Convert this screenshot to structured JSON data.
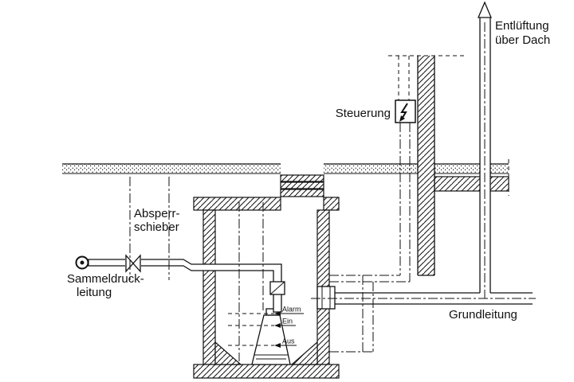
{
  "diagram": {
    "labels": {
      "vent_line1": "Entlüftung",
      "vent_line2": "über Dach",
      "control": "Steuerung",
      "shutoff_line1": "Absperr-",
      "shutoff_line2": "schieber",
      "pressure_line1": "Sammeldruck-",
      "pressure_line2": "leitung",
      "base_pipe": "Grundleitung"
    },
    "levels": {
      "alarm": "Alarm",
      "on": "Ein",
      "off": "Aus"
    },
    "colors": {
      "line": "#111111",
      "background": "#ffffff"
    }
  }
}
